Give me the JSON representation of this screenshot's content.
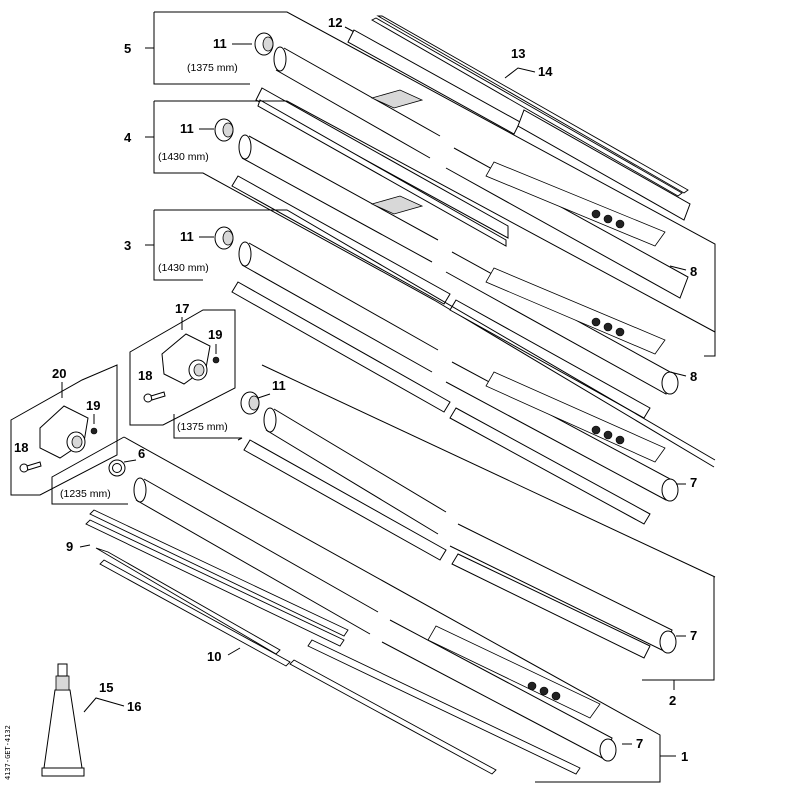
{
  "assemblies": [
    {
      "callout": "5",
      "length": "(1375 mm)",
      "fitting_callout": "11"
    },
    {
      "callout": "4",
      "length": "(1430 mm)",
      "fitting_callout": "11"
    },
    {
      "callout": "3",
      "length": "(1430 mm)",
      "fitting_callout": "11"
    },
    {
      "callout": "2",
      "length": "(1375 mm)",
      "fitting_callout": "11"
    },
    {
      "callout": "1",
      "length": "(1235 mm)",
      "fitting_callout": "6"
    }
  ],
  "callouts": {
    "c12": "12",
    "c13": "13",
    "c14": "14",
    "c8a": "8",
    "c8b": "8",
    "c7a": "7",
    "c7b": "7",
    "c7c": "7",
    "c9": "9",
    "c10": "10",
    "c15": "15",
    "c16": "16",
    "c17": "17",
    "c18a": "18",
    "c19a": "19",
    "c20": "20",
    "c18b": "18",
    "c19b": "19"
  },
  "drawing_code": "4137-GET-4132"
}
